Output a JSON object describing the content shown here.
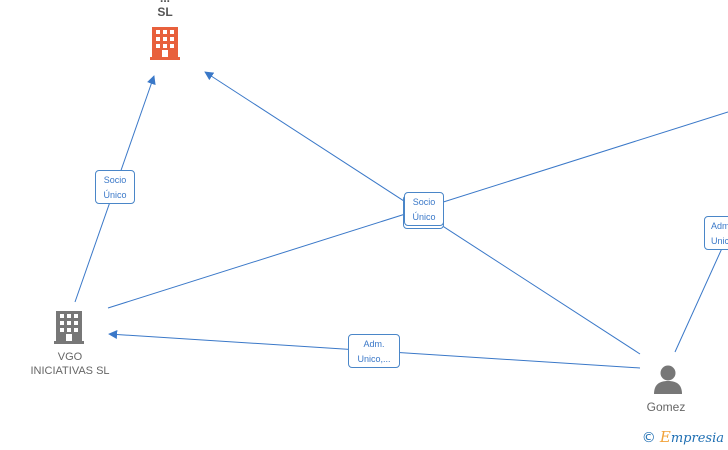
{
  "nodes": {
    "top_company": {
      "label_line1": "...",
      "label_line2": "SL",
      "type": "company",
      "color": "#e8603c"
    },
    "vgo": {
      "label_line1": "VGO",
      "label_line2": "INICIATIVAS  SL",
      "type": "company",
      "color": "#777777"
    },
    "gomez": {
      "label_line1": "Gomez",
      "label_line2": "...",
      "type": "person",
      "color": "#777777"
    }
  },
  "edges": {
    "vgo_top": {
      "line1": "Socio",
      "line2": "Único"
    },
    "center": {
      "line1": "Socio",
      "line2": "Único"
    },
    "gomez_vgo": {
      "line1": "Adm.",
      "line2": "Unico,..."
    },
    "right_edge": {
      "line1": "Adm",
      "line2": "Unic"
    }
  },
  "colors": {
    "edge": "#3a78c8",
    "company_highlight": "#e8603c",
    "company_gray": "#777777"
  },
  "watermark": {
    "copyright": "©",
    "brand_initial": "E",
    "brand_rest": "mpresia"
  }
}
